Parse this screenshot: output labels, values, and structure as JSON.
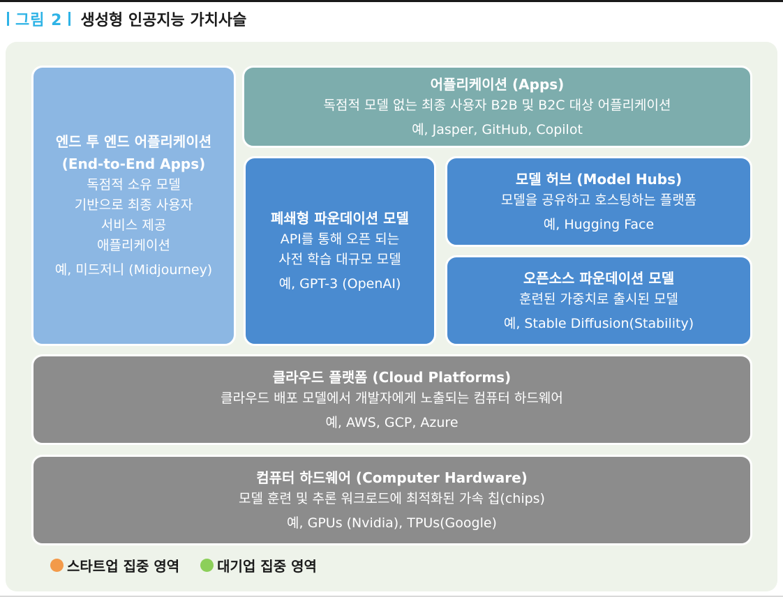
{
  "figure": {
    "label": "그림 2",
    "title": "생성형 인공지능 가치사슬"
  },
  "colors": {
    "accent": "#2eb3e6",
    "end_to_end": "#8cb7e3",
    "apps": "#7dadad",
    "models": "#4a8bd0",
    "infrastructure": "#8c8c8c",
    "startup_focus": "#f39a4a",
    "enterprise_focus": "#8ccf5a"
  },
  "boxes": {
    "end_to_end": {
      "title": "엔드 투 엔드 어플리케이션",
      "subtitle": "(End-to-End Apps)",
      "desc_lines": [
        "독점적 소유 모델",
        "기반으로 최종 사용자",
        "서비스 제공",
        "애플리케이션"
      ],
      "example": "예, 미드저니 (Midjourney)"
    },
    "apps": {
      "title": "어플리케이션 (Apps)",
      "desc": "독점적 모델 없는 최종 사용자 B2B 및 B2C 대상 어플리케이션",
      "example": "예, Jasper, GitHub, Copilot"
    },
    "closed_models": {
      "title": "폐쇄형 파운데이션 모델",
      "desc_lines": [
        "API를 통해  오픈 되는",
        "사전 학습 대규모 모델"
      ],
      "example": "예, GPT-3 (OpenAI)"
    },
    "model_hubs": {
      "title": "모델 허브 (Model Hubs)",
      "desc": "모델을 공유하고 호스팅하는 플랫폼",
      "example": "예, Hugging Face"
    },
    "open_models": {
      "title": "오픈소스 파운데이션 모델",
      "desc": "훈련된 가중치로 출시된 모델",
      "example": "예, Stable Diffusion(Stability)"
    },
    "cloud": {
      "title": "클라우드 플랫폼 (Cloud Platforms)",
      "desc": "클라우드 배포 모델에서 개발자에게 노출되는 컴퓨터 하드웨어",
      "example": "예, AWS, GCP, Azure"
    },
    "hardware": {
      "title": "컴퓨터 하드웨어 (Computer Hardware)",
      "desc": "모델 훈련 및 추론 워크로드에 최적화된 가속 칩(chips)",
      "example": "예, GPUs (Nvidia), TPUs(Google)"
    }
  },
  "legend": {
    "startup": "스타트업 집중 영역",
    "enterprise": "대기업 집중 영역"
  }
}
